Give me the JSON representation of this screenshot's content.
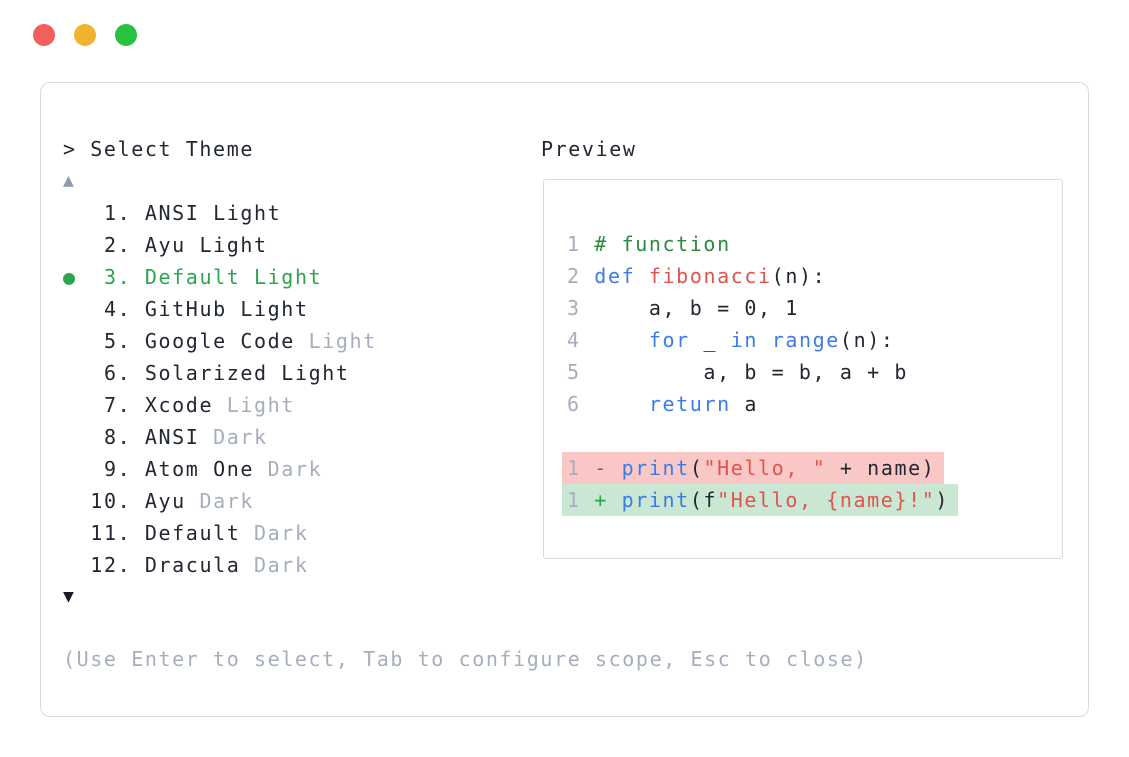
{
  "window": {
    "traffic_lights": [
      {
        "name": "close",
        "color": "#f25f5c"
      },
      {
        "name": "minimize",
        "color": "#f0b32e"
      },
      {
        "name": "zoom",
        "color": "#28c23e"
      }
    ]
  },
  "colors": {
    "text_dark": "#222831",
    "muted_gray": "#a6aebd",
    "selected_green": "#2da44e",
    "keyword_blue": "#3d7ce4",
    "function_red": "#e0544d",
    "comment_green": "#2b8a3e",
    "diff_del_bg": "#f9c8c6",
    "diff_add_bg": "#c9e7d3",
    "border": "#d7dbe2",
    "arrow_up": "#8e99ac",
    "arrow_down": "#171c26"
  },
  "theme_picker": {
    "prompt": "> Select Theme",
    "scroll_up_indicator": "▲",
    "scroll_down_indicator": "▼",
    "selected_bullet": "●",
    "footer_hint": "(Use Enter to select, Tab to configure scope, Esc to close)",
    "items": [
      {
        "number": "1",
        "name": "ANSI",
        "variant": "Light",
        "variant_muted": false,
        "selected": false
      },
      {
        "number": "2",
        "name": "Ayu",
        "variant": "Light",
        "variant_muted": false,
        "selected": false
      },
      {
        "number": "3",
        "name": "Default",
        "variant": "Light",
        "variant_muted": false,
        "selected": true
      },
      {
        "number": "4",
        "name": "GitHub",
        "variant": "Light",
        "variant_muted": false,
        "selected": false
      },
      {
        "number": "5",
        "name": "Google Code",
        "variant": "Light",
        "variant_muted": true,
        "selected": false
      },
      {
        "number": "6",
        "name": "Solarized",
        "variant": "Light",
        "variant_muted": false,
        "selected": false
      },
      {
        "number": "7",
        "name": "Xcode",
        "variant": "Light",
        "variant_muted": true,
        "selected": false
      },
      {
        "number": "8",
        "name": "ANSI",
        "variant": "Dark",
        "variant_muted": true,
        "selected": false
      },
      {
        "number": "9",
        "name": "Atom One",
        "variant": "Dark",
        "variant_muted": true,
        "selected": false
      },
      {
        "number": "10",
        "name": "Ayu",
        "variant": "Dark",
        "variant_muted": true,
        "selected": false
      },
      {
        "number": "11",
        "name": "Default",
        "variant": "Dark",
        "variant_muted": true,
        "selected": false
      },
      {
        "number": "12",
        "name": "Dracula",
        "variant": "Dark",
        "variant_muted": true,
        "selected": false
      }
    ]
  },
  "preview": {
    "label": "Preview",
    "code_lines": [
      {
        "number": "1",
        "tokens": [
          {
            "text": "# function",
            "type": "comment"
          }
        ]
      },
      {
        "number": "2",
        "tokens": [
          {
            "text": "def",
            "type": "keyword"
          },
          {
            "text": " ",
            "type": "plain"
          },
          {
            "text": "fibonacci",
            "type": "function"
          },
          {
            "text": "(n):",
            "type": "plain"
          }
        ]
      },
      {
        "number": "3",
        "tokens": [
          {
            "text": "    a, b = 0, 1",
            "type": "plain"
          }
        ]
      },
      {
        "number": "4",
        "tokens": [
          {
            "text": "    ",
            "type": "plain"
          },
          {
            "text": "for",
            "type": "keyword"
          },
          {
            "text": " _ ",
            "type": "plain"
          },
          {
            "text": "in",
            "type": "keyword"
          },
          {
            "text": " ",
            "type": "plain"
          },
          {
            "text": "range",
            "type": "keyword"
          },
          {
            "text": "(n):",
            "type": "plain"
          }
        ]
      },
      {
        "number": "5",
        "tokens": [
          {
            "text": "        a, b = b, a + b",
            "type": "plain"
          }
        ]
      },
      {
        "number": "6",
        "tokens": [
          {
            "text": "    ",
            "type": "plain"
          },
          {
            "text": "return",
            "type": "keyword"
          },
          {
            "text": " a",
            "type": "plain"
          }
        ]
      }
    ],
    "diff_lines": [
      {
        "number": "1",
        "sign": "-",
        "sign_type": "del",
        "tokens": [
          {
            "text": "print",
            "type": "keyword"
          },
          {
            "text": "(",
            "type": "plain"
          },
          {
            "text": "\"Hello, \"",
            "type": "string"
          },
          {
            "text": " + name)",
            "type": "plain"
          }
        ]
      },
      {
        "number": "1",
        "sign": "+",
        "sign_type": "add",
        "tokens": [
          {
            "text": "print",
            "type": "keyword"
          },
          {
            "text": "(f",
            "type": "plain"
          },
          {
            "text": "\"Hello, {name}!\"",
            "type": "string"
          },
          {
            "text": ")",
            "type": "plain"
          }
        ]
      }
    ]
  }
}
